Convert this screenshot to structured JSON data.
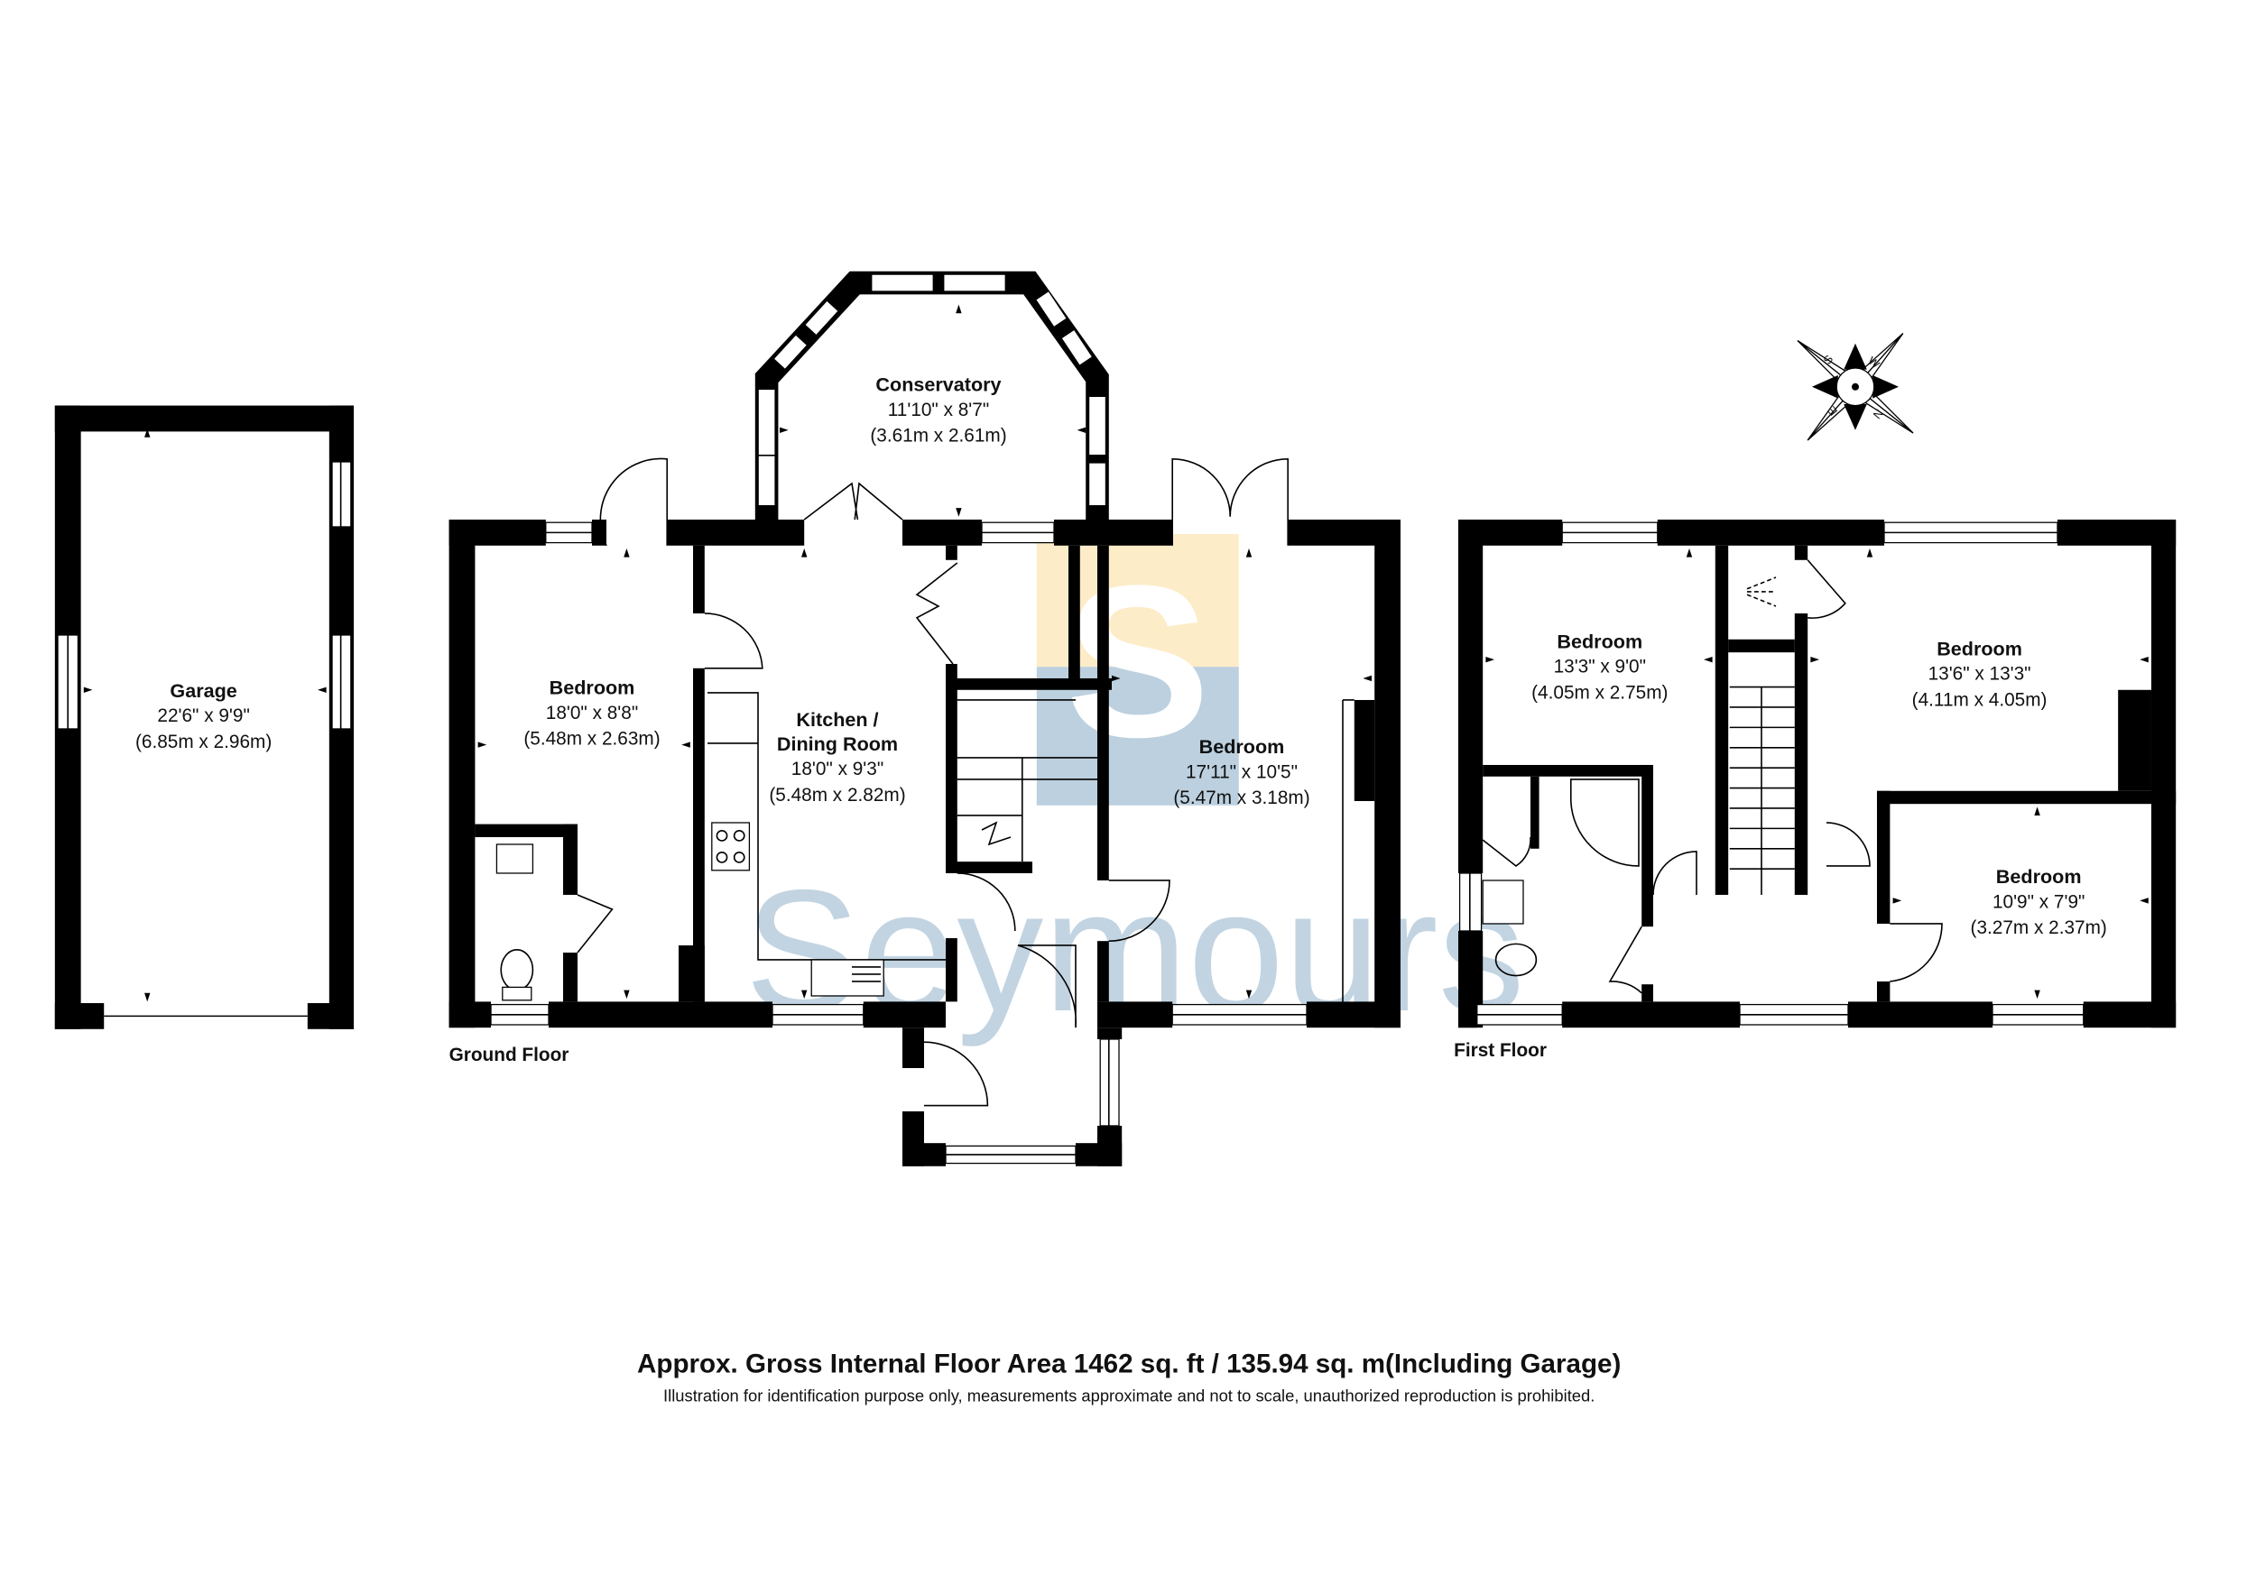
{
  "rooms": {
    "garage": {
      "name": "Garage",
      "imperial": "22'6\" x 9'9\"",
      "metric": "(6.85m x 2.96m)"
    },
    "conservatory": {
      "name": "Conservatory",
      "imperial": "11'10\" x 8'7\"",
      "metric": "(3.61m x 2.61m)"
    },
    "ground_bedroom_left": {
      "name": "Bedroom",
      "imperial": "18'0\" x 8'8\"",
      "metric": "(5.48m x 2.63m)"
    },
    "kitchen": {
      "name_line1": "Kitchen /",
      "name_line2": "Dining Room",
      "imperial": "18'0\" x 9'3\"",
      "metric": "(5.48m x 2.82m)"
    },
    "ground_bedroom_right": {
      "name": "Bedroom",
      "imperial": "17'11\" x 10'5\"",
      "metric": "(5.47m x 3.18m)"
    },
    "first_bedroom_1": {
      "name": "Bedroom",
      "imperial": "13'3\" x 9'0\"",
      "metric": "(4.05m x 2.75m)"
    },
    "first_bedroom_2": {
      "name": "Bedroom",
      "imperial": "13'6\" x 13'3\"",
      "metric": "(4.11m x 4.05m)"
    },
    "first_bedroom_3": {
      "name": "Bedroom",
      "imperial": "10'9\" x 7'9\"",
      "metric": "(3.27m x 2.37m)"
    }
  },
  "floors": {
    "ground": "Ground Floor",
    "first": "First Floor"
  },
  "compass": {
    "n": "N",
    "s": "S",
    "e": "E",
    "w": "W"
  },
  "watermark": {
    "text": "Seymours",
    "logo_letter": "S",
    "colors": {
      "blue": "#b8cddd",
      "yellow": "#fdecc8"
    }
  },
  "footer": {
    "title": "Approx. Gross Internal Floor Area 1462 sq. ft / 135.94 sq. m(Including Garage)",
    "disclaimer": "Illustration for identification purpose only, measurements approximate and not to scale, unauthorized reproduction is prohibited."
  }
}
